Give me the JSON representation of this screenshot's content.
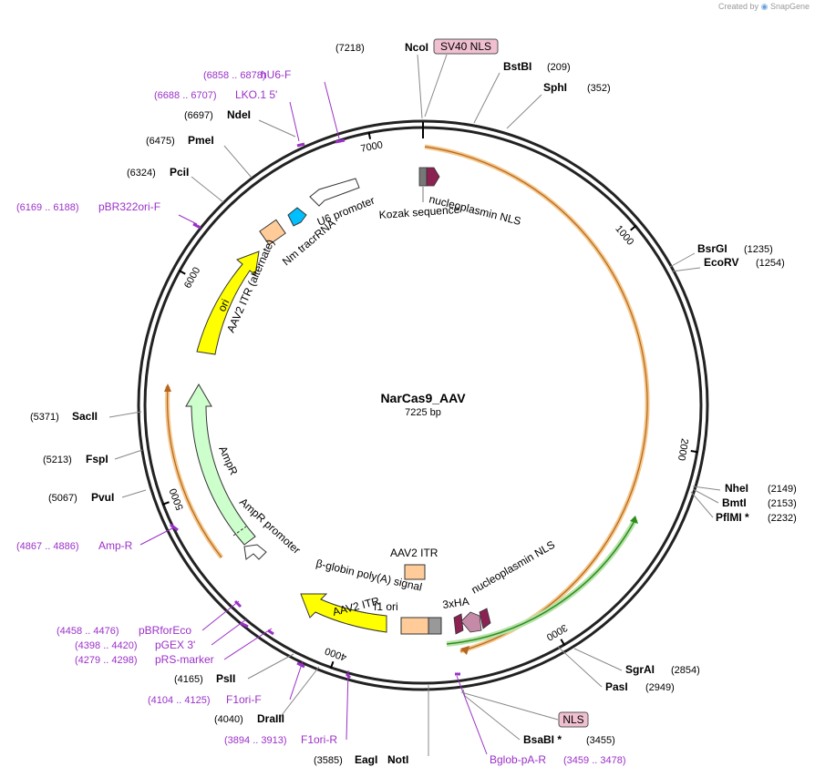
{
  "branding": {
    "created_by": "Created by",
    "product": "SnapGene"
  },
  "plasmid": {
    "name": "NarCas9_AAV",
    "size": "7225 bp",
    "length_bp": 7225
  },
  "colors": {
    "backbone": "#222222",
    "cut_site_text": "#000000",
    "primer": "#9b30c8",
    "ori": "#ffff00",
    "ampr": "#ccffcc",
    "orf_outline": "#f0a848",
    "green_orf": "#2e8b1e",
    "nls_feature": "#8b2252",
    "nls_box": "#f0c0d0",
    "promoter": "#ffffff",
    "tracr": "#00bfff",
    "itr": "#ffcc99",
    "polyA": "#999999"
  },
  "ticks": [
    {
      "label": "1000",
      "bp": 1000
    },
    {
      "label": "2000",
      "bp": 2000
    },
    {
      "label": "3000",
      "bp": 3000
    },
    {
      "label": "4000",
      "bp": 4000
    },
    {
      "label": "5000",
      "bp": 5000
    },
    {
      "label": "6000",
      "bp": 6000
    },
    {
      "label": "7000",
      "bp": 7000
    }
  ],
  "enzymes": [
    {
      "name": "NcoI",
      "pos": "(7218)"
    },
    {
      "name": "BstBI",
      "pos": "(209)"
    },
    {
      "name": "SphI",
      "pos": "(352)"
    },
    {
      "name": "BsrGI",
      "pos": "(1235)"
    },
    {
      "name": "EcoRV",
      "pos": "(1254)"
    },
    {
      "name": "NheI",
      "pos": "(2149)"
    },
    {
      "name": "BmtI",
      "pos": "(2153)"
    },
    {
      "name": "PflMI *",
      "pos": "(2232)"
    },
    {
      "name": "SgrAI",
      "pos": "(2854)"
    },
    {
      "name": "PasI",
      "pos": "(2949)"
    },
    {
      "name": "BsaBI *",
      "pos": "(3455)"
    },
    {
      "name": "EagI",
      "name2": "NotI",
      "pos": "(3585)"
    },
    {
      "name": "DraIII",
      "pos": "(4040)"
    },
    {
      "name": "PsII",
      "pos": "(4165)"
    },
    {
      "name": "PvuI",
      "pos": "(5067)"
    },
    {
      "name": "FspI",
      "pos": "(5213)"
    },
    {
      "name": "SacII",
      "pos": "(5371)"
    },
    {
      "name": "PciI",
      "pos": "(6324)"
    },
    {
      "name": "PmeI",
      "pos": "(6475)"
    },
    {
      "name": "NdeI",
      "pos": "(6697)"
    }
  ],
  "primers": [
    {
      "name": "hU6-F",
      "range": "(6858 .. 6878)"
    },
    {
      "name": "LKO.1 5'",
      "range": "(6688 .. 6707)"
    },
    {
      "name": "pBR322ori-F",
      "range": "(6169 .. 6188)"
    },
    {
      "name": "Amp-R",
      "range": "(4867 .. 4886)"
    },
    {
      "name": "pBRforEco",
      "range": "(4458 .. 4476)"
    },
    {
      "name": "pGEX 3'",
      "range": "(4398 .. 4420)"
    },
    {
      "name": "pRS-marker",
      "range": "(4279 .. 4298)"
    },
    {
      "name": "F1ori-F",
      "range": "(4104 .. 4125)"
    },
    {
      "name": "F1ori-R",
      "range": "(3894 .. 3913)"
    },
    {
      "name": "Bglob-pA-R",
      "range": "(3459 .. 3478)"
    }
  ],
  "boxed_features": [
    {
      "name": "SV40 NLS"
    },
    {
      "name": "NLS"
    }
  ],
  "features": [
    {
      "name": "nucleoplasmin NLS"
    },
    {
      "name": "Kozak sequence"
    },
    {
      "name": "U6 promoter"
    },
    {
      "name": "Nm tracrRNA"
    },
    {
      "name": "AAV2 ITR (alternate)"
    },
    {
      "name": "ori"
    },
    {
      "name": "AmpR"
    },
    {
      "name": "AmpR promoter"
    },
    {
      "name": "β-globin poly(A) signal"
    },
    {
      "name": "AAV2 ITR"
    },
    {
      "name": "f1 ori"
    },
    {
      "name": "AAV2 ITR"
    },
    {
      "name": "3xHA"
    },
    {
      "name": "nucleoplasmin NLS"
    }
  ]
}
